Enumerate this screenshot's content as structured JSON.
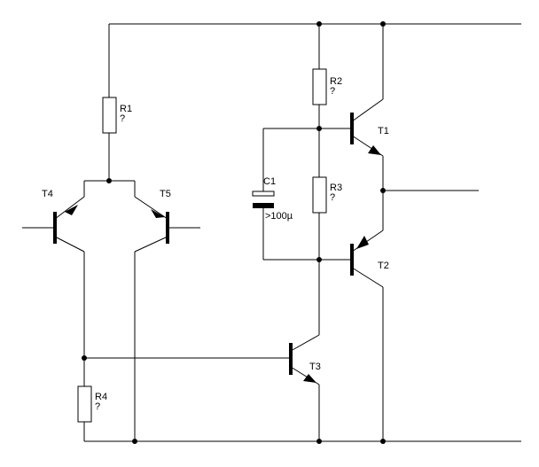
{
  "components": {
    "r1": {
      "name": "R1",
      "value": "?"
    },
    "r2": {
      "name": "R2",
      "value": "?"
    },
    "r3": {
      "name": "R3",
      "value": "?"
    },
    "r4": {
      "name": "R4",
      "value": "?"
    },
    "c1": {
      "name": "C1",
      "value": ">100µ"
    },
    "t1": {
      "name": "T1"
    },
    "t2": {
      "name": "T2"
    },
    "t3": {
      "name": "T3"
    },
    "t4": {
      "name": "T4"
    },
    "t5": {
      "name": "T5"
    }
  }
}
